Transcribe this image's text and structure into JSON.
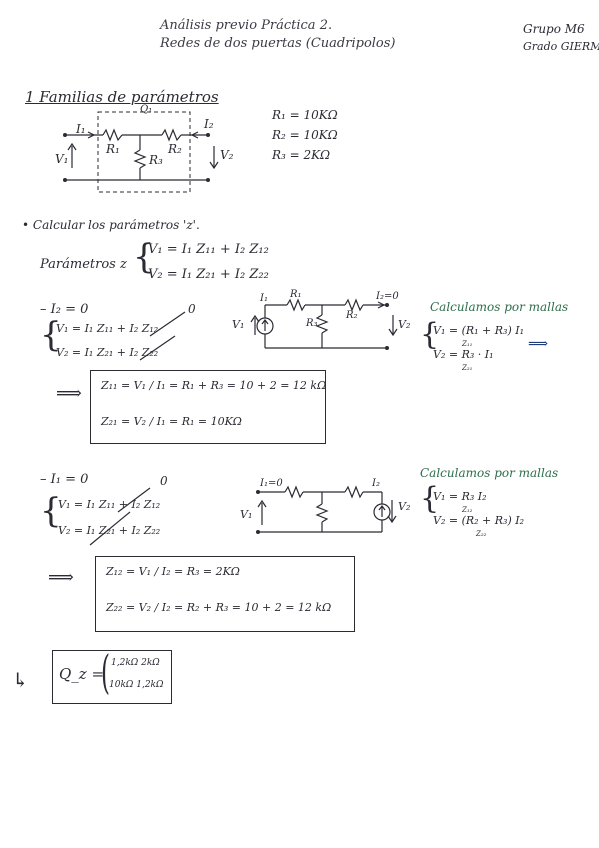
{
  "header": {
    "title_line1": "Análisis previo Práctica 2.",
    "title_line2": "Redes de dos puertas (Cuadripolos)",
    "group": "Grupo M6",
    "degree": "Grado GIERM"
  },
  "section1": {
    "heading": "1 Familias de parámetros",
    "q_label": "Q₁",
    "circuit_labels": {
      "i1": "I₁",
      "i2": "I₂",
      "r1": "R₁",
      "r2": "R₂",
      "r3": "R₃",
      "v1": "V₁",
      "v2": "V₂"
    },
    "values": [
      "R₁ = 10KΩ",
      "R₂ = 10KΩ",
      "R₃ = 2KΩ"
    ]
  },
  "z_params": {
    "bullet": "• Calcular los parámetros 'z'.",
    "intro_label": "Parámetros z",
    "eq1": "V₁ = I₁ Z₁₁ + I₂ Z₁₂",
    "eq2": "V₂ = I₁ Z₂₁ + I₂ Z₂₂"
  },
  "case_i2": {
    "condition": "– I₂ = 0",
    "zero_mark": "0",
    "eq1": "V₁ = I₁ Z₁₁ + I₂ Z₁₂",
    "eq2": "V₂ = I₁ Z₂₁ + I₂ Z₂₂",
    "circuit": {
      "i1": "I₁",
      "r1": "R₁",
      "i2": "I₂=0",
      "r3": "R₃",
      "r2": "R₂",
      "v1": "V₁",
      "v2": "V₂"
    },
    "mesh_title": "Calculamos por mallas",
    "mesh1": "V₁ = (R₁ + R₃) I₁",
    "mesh1_sub": "Z₁₁",
    "mesh2": "V₂ = R₃ · I₁",
    "mesh2_sub": "Z₂₁",
    "arrow": "⟹",
    "result1": "Z₁₁ = V₁ / I₁ = R₁ + R₃ = 10 + 2 = 12 kΩ",
    "result2": "Z₂₁ = V₂ / I₁ = R₁ = 10KΩ"
  },
  "case_i1": {
    "condition": "– I₁ = 0",
    "zero_mark": "0",
    "eq1": "V₁ = I₁ Z₁₁ + I₂ Z₁₂",
    "eq2": "V₂ = I₁ Z₂₁ + I₂ Z₂₂",
    "circuit": {
      "i1": "I₁=0",
      "i2": "I₂",
      "v1": "V₁",
      "v2": "V₂"
    },
    "mesh_title": "Calculamos por mallas",
    "mesh1": "V₁ = R₃ I₂",
    "mesh1_sub": "Z₁₂",
    "mesh2": "V₂ = (R₂ + R₃) I₂",
    "mesh2_sub": "Z₂₂",
    "arrow": "⟹",
    "result1": "Z₁₂ = V₁ / I₂ = R₃ = 2KΩ",
    "result2": "Z₂₂ = V₂ / I₂ = R₂ + R₃ = 10 + 2 = 12 kΩ"
  },
  "final": {
    "arrow": "↳",
    "label": "Q_z =",
    "matrix": [
      "1,2kΩ  2kΩ",
      "10kΩ  1,2kΩ"
    ]
  }
}
